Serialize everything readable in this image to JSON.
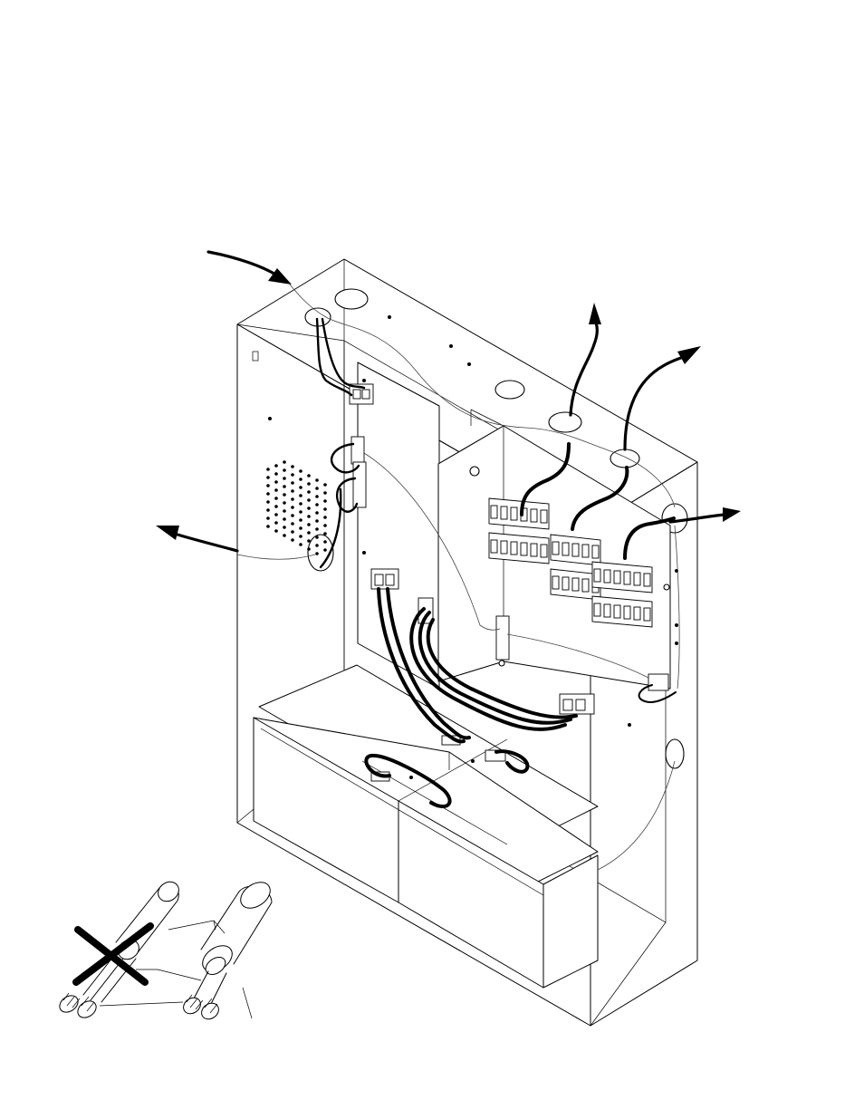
{
  "figure": {
    "description_visible_text": [],
    "arrows": [
      {
        "id": "in-top-left"
      },
      {
        "id": "out-left"
      },
      {
        "id": "out-top-1"
      },
      {
        "id": "out-top-2"
      },
      {
        "id": "out-right"
      }
    ],
    "cable_detail": {
      "crossed_out": true
    }
  }
}
